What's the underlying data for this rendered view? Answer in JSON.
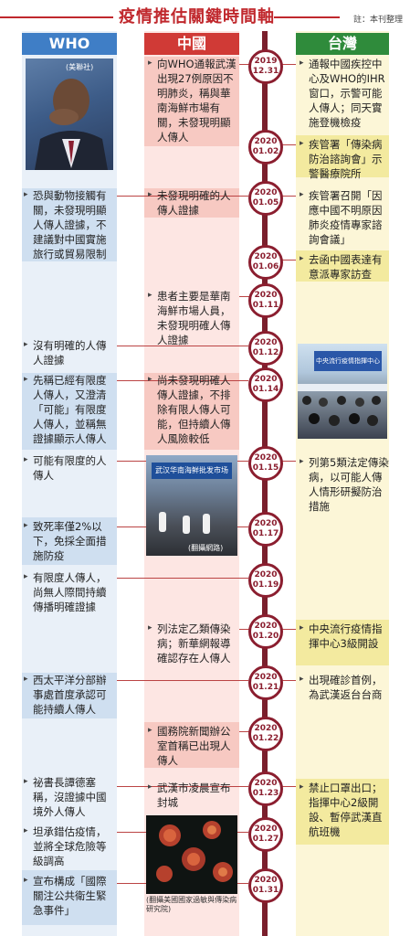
{
  "title": "疫情推估關鍵時間軸",
  "note": "註：本刊整理",
  "columns": {
    "who": "WHO",
    "china": "中國",
    "taiwan": "台灣"
  },
  "photo_credits": {
    "who": "(美聯社)",
    "wuhan": "(翻攝網路)"
  },
  "virus_caption": "(翻攝美國國家過敏與傳染病研究院)",
  "dates": [
    "2019\n12.31",
    "2020\n01.02",
    "2020\n01.05",
    "2020\n01.06",
    "2020\n01.11",
    "2020\n01.12",
    "2020\n01.14",
    "2020\n01.15",
    "2020\n01.17",
    "2020\n01.19",
    "2020\n01.20",
    "2020\n01.21",
    "2020\n01.22",
    "2020\n01.23",
    "2020\n01.27",
    "2020\n01.31"
  ],
  "date_labels": {
    "d1": [
      "2019",
      "12.31"
    ],
    "d2": [
      "2020",
      "01.02"
    ],
    "d3": [
      "2020",
      "01.05"
    ],
    "d4": [
      "2020",
      "01.06"
    ],
    "d5": [
      "2020",
      "01.11"
    ],
    "d6": [
      "2020",
      "01.12"
    ],
    "d7": [
      "2020",
      "01.14"
    ],
    "d8": [
      "2020",
      "01.15"
    ],
    "d9": [
      "2020",
      "01.17"
    ],
    "d10": [
      "2020",
      "01.19"
    ],
    "d11": [
      "2020",
      "01.20"
    ],
    "d12": [
      "2020",
      "01.21"
    ],
    "d13": [
      "2020",
      "01.22"
    ],
    "d14": [
      "2020",
      "01.23"
    ],
    "d15": [
      "2020",
      "01.27"
    ],
    "d16": [
      "2020",
      "01.31"
    ]
  },
  "china": {
    "c1": "向WHO通報武漢出現27例原因不明肺炎，稱與華南海鮮市場有關，未發現明顯人傳人",
    "c3": "未發現明確的人傳人證據",
    "c5": "患者主要是華南海鮮市場人員，未發現明確人傳人證據",
    "c7": "尚未發現明確人傳人證據，不排除有限人傳人可能，但持續人傳人風險較低",
    "c11": "列法定乙類傳染病；新華網報導確認存在人傳人",
    "c13": "國務院新聞辦公室首稱已出現人傳人",
    "c14": "武漢市凌晨宣布封城"
  },
  "taiwan": {
    "t1": "通報中國疾控中心及WHO的IHR窗口，示警可能人傳人；同天實施登機檢疫",
    "t2": "疾管署「傳染病防治諮詢會」示警醫療院所",
    "t3": "疾管署召開「因應中國不明原因肺炎疫情專家諮詢會議」",
    "t4": "去函中國表達有意派專家訪查",
    "t8": "列第5類法定傳染病，以可能人傳人情形研擬防治措施",
    "t11": "中央流行疫情指揮中心3級開設",
    "t12": "出現確診首例，為武漢返台台商",
    "t14": "禁止口罩出口；指揮中心2級開設、暫停武漢直航班機"
  },
  "who": {
    "w3": "恐與動物接觸有關，未發現明顯人傳人證據，不建議對中國實施旅行或貿易限制",
    "w6": "沒有明確的人傳人證據",
    "w7": "先稱已經有限度人傳人，又澄清「可能」有限度人傳人，並稱無證據顯示人傳人",
    "w8": "可能有限度的人傳人",
    "w9": "致死率僅2%以下，免採全面措施防疫",
    "w10": "有限度人傳人，尚無人際間持續傳播明確證據",
    "w12": "西太平洋分部辦事處首度承認可能持續人傳人",
    "w14": "祕書長譚德塞稱，沒證據中國境外人傳人",
    "w15": "坦承錯估疫情，並將全球危險等級調高",
    "w16": "宣布構成「國際關注公共衛生緊急事件」"
  },
  "conference_banner": "中央流行疫情指揮中心",
  "wuhan_sign": "武汉华南海鲜批发市场",
  "colors": {
    "red": "#c0282d",
    "axis": "#7a1f2c",
    "blue": "#3f7ec6",
    "green": "#2f8b3b"
  }
}
